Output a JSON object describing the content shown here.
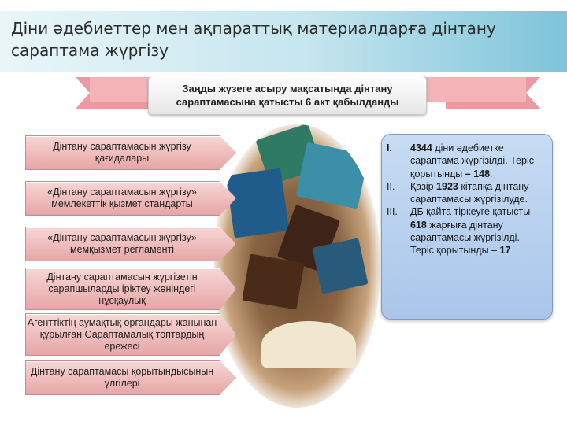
{
  "slide": {
    "title": "Діни әдебиеттер мен ақпараттық материалдарға дінтану сараптама жүргізу",
    "banner": "Заңды жүзеге асыру мақсатында дінтану сараптамасына қатысты 6 акт қабылданды",
    "acts": [
      "Дінтану сараптамасын жүргізу қағидалары",
      "«Дінтану сараптамасын жүргізу» мемлекеттік қызмет стандарты",
      "«Дінтану сараптамасын жүргізу» мемқызмет регламенті",
      "Дінтану сараптамасын жүргізетін сарапшыларды іріктеу жөніндегі нұсқаулық",
      "Агенттіктің аумақтық органдары жанынан құрылған Сараптамалық топтардың ережесі",
      "Дінтану сараптамасы қорытындысының үлгілері"
    ],
    "stats": {
      "item1": {
        "numeral": "I.",
        "count": "4344",
        "text_before": "діни әдебиетке сараптама жүргізілді. Теріс қорытынды",
        "dash": "–",
        "negative": "148",
        "end": "."
      },
      "item2": {
        "numeral": "II.",
        "text_before": "Қазір",
        "count": "1923",
        "text_after": "кітапқа дінтану сараптамасы жүргізілуде."
      },
      "item3": {
        "numeral": "III.",
        "text_before": "ДБ қайта тіркеуге қатысты",
        "count": "618",
        "text_middle": "жарғыға дінтану сараптамасы жүргізілді. Теріс қорытынды",
        "dash": "–",
        "negative": "17"
      }
    }
  },
  "colors": {
    "title_band": "#c5e5ee",
    "ribbon": "#e98f95",
    "act_box": "#f0bcbc",
    "info_box": "#b8d0ee"
  }
}
